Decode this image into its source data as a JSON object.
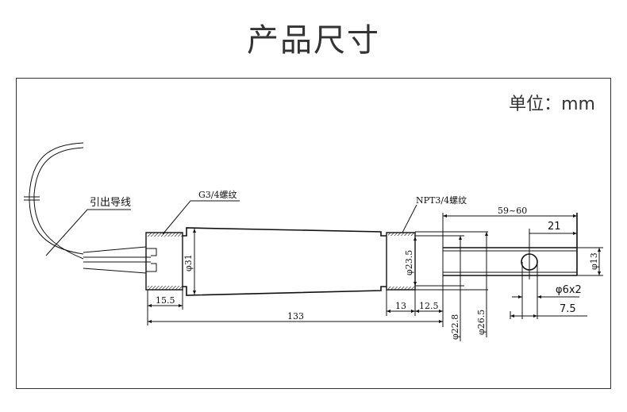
{
  "title": "产品尺寸",
  "unit_label": "单位：mm",
  "labels": {
    "lead_wire": "引出导线",
    "g_thread": "G3/4螺纹",
    "npt_thread": "NPT3/4螺纹",
    "dia_31": "φ31",
    "dia_23_5": "φ23.5",
    "dia_22_8": "φ22.8",
    "dia_26_5": "φ26.5",
    "dia_13": "φ13",
    "hole": "φ6x2",
    "len_15_5": "15.5",
    "len_13": "13",
    "len_12_5": "12.5",
    "len_133": "133",
    "len_59_60": "59~60",
    "len_21": "21",
    "len_7_5": "7.5"
  }
}
